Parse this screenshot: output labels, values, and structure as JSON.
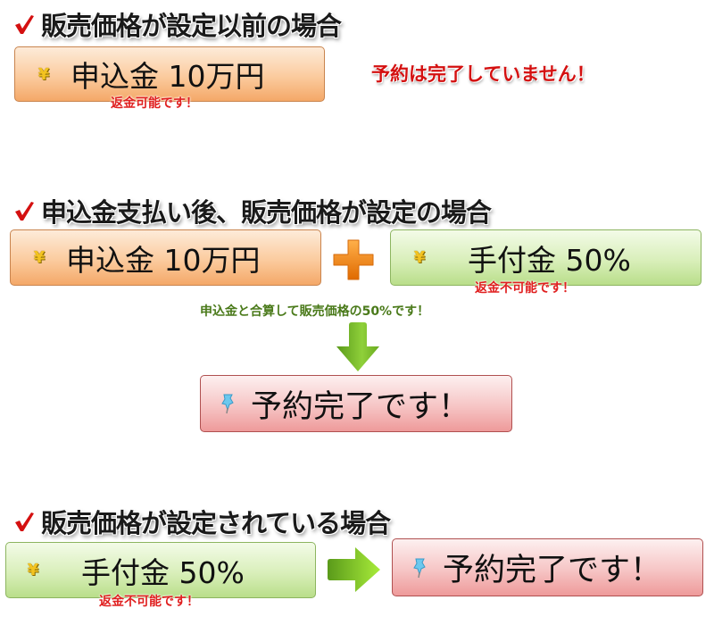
{
  "colors": {
    "check": "#d41010",
    "warning_text": "#d41010",
    "note_text": "#e02020",
    "green_note_text": "#4a7a1a",
    "orange_box": "#fbcb9e",
    "green_box": "#d9efba",
    "pink_box": "#f6c5c5",
    "arrow_green": "#7cc22a",
    "plus_orange": "#f08a1a"
  },
  "section1": {
    "heading": "販売価格が設定以前の場合",
    "deposit_box": {
      "icon": "yen-icon",
      "label": "申込金 10万円"
    },
    "deposit_note": "返金可能です！",
    "warning": "予約は完了していません！"
  },
  "section2": {
    "heading": "申込金支払い後、販売価格が設定の場合",
    "deposit_box": {
      "icon": "yen-icon",
      "label": "申込金 10万円"
    },
    "plus_icon": "plus-icon",
    "down_payment_box": {
      "icon": "yen-icon",
      "label": "手付金 50%"
    },
    "down_payment_note": "返金不可能です！",
    "combined_note": "申込金と合算して販売価格の50%です！",
    "arrow_icon": "arrow-down-icon",
    "result_box": {
      "icon": "pushpin-icon",
      "label": "予約完了です！"
    }
  },
  "section3": {
    "heading": "販売価格が設定されている場合",
    "down_payment_box": {
      "icon": "yen-icon",
      "label": "手付金 50%"
    },
    "down_payment_note": "返金不可能です！",
    "arrow_icon": "arrow-right-icon",
    "result_box": {
      "icon": "pushpin-icon",
      "label": "予約完了です！"
    }
  }
}
